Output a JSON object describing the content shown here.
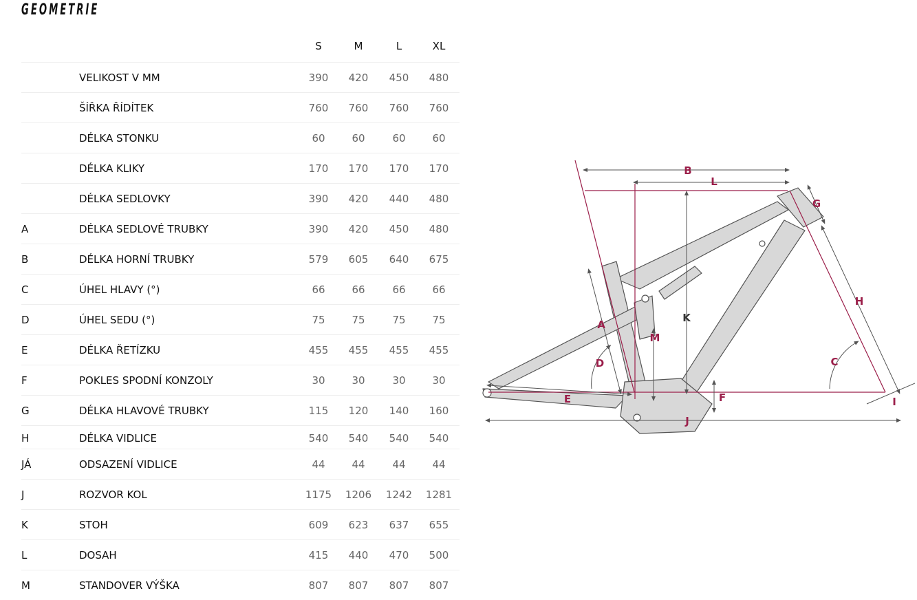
{
  "title": "GEOMETRIE",
  "sizes": [
    "S",
    "M",
    "L",
    "XL"
  ],
  "rows": [
    {
      "code": "",
      "label": "VELIKOST V MM",
      "values": [
        "390",
        "420",
        "450",
        "480"
      ]
    },
    {
      "code": "",
      "label": "ŠÍŘKA ŘÍDÍTEK",
      "values": [
        "760",
        "760",
        "760",
        "760"
      ]
    },
    {
      "code": "",
      "label": "DÉLKA STONKU",
      "values": [
        "60",
        "60",
        "60",
        "60"
      ]
    },
    {
      "code": "",
      "label": "DÉLKA KLIKY",
      "values": [
        "170",
        "170",
        "170",
        "170"
      ]
    },
    {
      "code": "",
      "label": "DÉLKA SEDLOVKY",
      "values": [
        "390",
        "420",
        "440",
        "480"
      ]
    },
    {
      "code": "A",
      "label": "DÉLKA SEDLOVÉ TRUBKY",
      "values": [
        "390",
        "420",
        "450",
        "480"
      ]
    },
    {
      "code": "B",
      "label": "DÉLKA HORNÍ TRUBKY",
      "values": [
        "579",
        "605",
        "640",
        "675"
      ]
    },
    {
      "code": "C",
      "label": "ÚHEL HLAVY (°)",
      "values": [
        "66",
        "66",
        "66",
        "66"
      ]
    },
    {
      "code": "D",
      "label": "ÚHEL SEDU (°)",
      "values": [
        "75",
        "75",
        "75",
        "75"
      ]
    },
    {
      "code": "E",
      "label": "DÉLKA ŘETÍZKU",
      "values": [
        "455",
        "455",
        "455",
        "455"
      ]
    },
    {
      "code": "F",
      "label": "POKLES SPODNÍ KONZOLY",
      "values": [
        "30",
        "30",
        "30",
        "30"
      ]
    },
    {
      "code": "G",
      "label": "DÉLKA HLAVOVÉ TRUBKY",
      "values": [
        "115",
        "120",
        "140",
        "160"
      ]
    },
    {
      "code": "H",
      "label": "DÉLKA VIDLICE",
      "values": [
        "540",
        "540",
        "540",
        "540"
      ]
    },
    {
      "code": "JÁ",
      "label": "ODSAZENÍ VIDLICE",
      "values": [
        "44",
        "44",
        "44",
        "44"
      ]
    },
    {
      "code": "J",
      "label": "ROZVOR KOL",
      "values": [
        "1175",
        "1206",
        "1242",
        "1281"
      ]
    },
    {
      "code": "K",
      "label": "STOH",
      "values": [
        "609",
        "623",
        "637",
        "655"
      ]
    },
    {
      "code": "L",
      "label": "DOSAH",
      "values": [
        "415",
        "440",
        "470",
        "500"
      ]
    },
    {
      "code": "M",
      "label": "STANDOVER VÝŠKA",
      "values": [
        "807",
        "807",
        "807",
        "807"
      ]
    }
  ],
  "diagram": {
    "letters": {
      "a": "A",
      "b": "B",
      "c": "C",
      "d": "D",
      "e": "E",
      "f": "F",
      "g": "G",
      "h": "H",
      "i": "I",
      "j": "J",
      "k": "K",
      "l": "L",
      "m": "M"
    },
    "colors": {
      "accent": "#9b1f4a",
      "frame_fill": "#d8d8d8",
      "frame_stroke": "#555555",
      "dimension_line": "#555555"
    }
  }
}
